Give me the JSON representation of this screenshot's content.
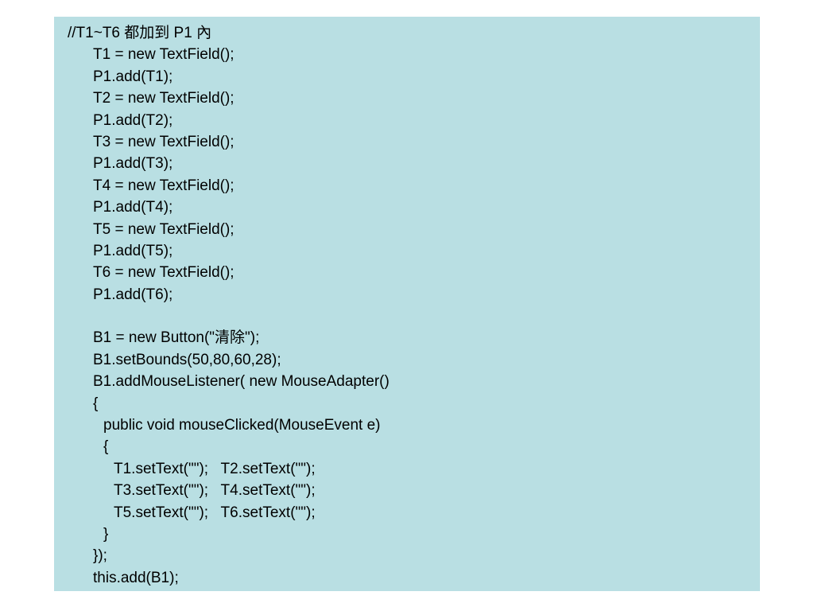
{
  "code": {
    "lines": [
      {
        "indent": 0,
        "text": "//T1~T6 都加到 P1 內"
      },
      {
        "indent": 1,
        "text": "T1 = new TextField();"
      },
      {
        "indent": 1,
        "text": "P1.add(T1);"
      },
      {
        "indent": 1,
        "text": "T2 = new TextField();"
      },
      {
        "indent": 1,
        "text": "P1.add(T2);"
      },
      {
        "indent": 1,
        "text": "T3 = new TextField();"
      },
      {
        "indent": 1,
        "text": "P1.add(T3);"
      },
      {
        "indent": 1,
        "text": "T4 = new TextField();"
      },
      {
        "indent": 1,
        "text": "P1.add(T4);"
      },
      {
        "indent": 1,
        "text": "T5 = new TextField();"
      },
      {
        "indent": 1,
        "text": "P1.add(T5);"
      },
      {
        "indent": 1,
        "text": "T6 = new TextField();"
      },
      {
        "indent": 1,
        "text": "P1.add(T6);"
      },
      {
        "indent": 1,
        "text": ""
      },
      {
        "indent": 1,
        "text": "B1 = new Button(\"清除\");"
      },
      {
        "indent": 1,
        "text": "B1.setBounds(50,80,60,28);"
      },
      {
        "indent": 1,
        "text": "B1.addMouseListener( new MouseAdapter()"
      },
      {
        "indent": 1,
        "text": "{"
      },
      {
        "indent": 2,
        "text": "public void mouseClicked(MouseEvent e)"
      },
      {
        "indent": 2,
        "text": "{"
      },
      {
        "indent": 3,
        "text": "T1.setText(\"\");   T2.setText(\"\");"
      },
      {
        "indent": 3,
        "text": "T3.setText(\"\");   T4.setText(\"\");"
      },
      {
        "indent": 3,
        "text": "T5.setText(\"\");   T6.setText(\"\");"
      },
      {
        "indent": 2,
        "text": "}"
      },
      {
        "indent": 1,
        "text": "});"
      },
      {
        "indent": 1,
        "text": "this.add(B1);"
      }
    ]
  },
  "colors": {
    "background": "#ffffff",
    "code_box": "#b9dfe3",
    "text": "#000000"
  }
}
